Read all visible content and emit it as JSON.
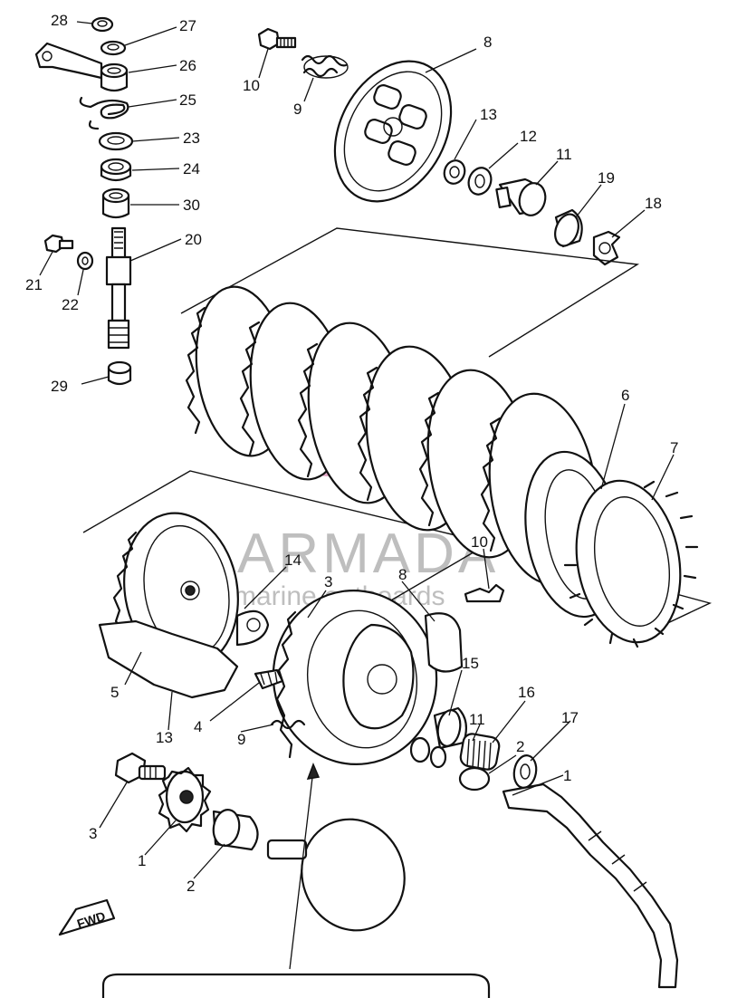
{
  "watermark": {
    "title": "ARMADA",
    "subtitle": "marine outboards"
  },
  "direction_marker": "FWD",
  "callouts": [
    {
      "id": "c28a",
      "text": "28"
    },
    {
      "id": "c27",
      "text": "27"
    },
    {
      "id": "c26",
      "text": "26"
    },
    {
      "id": "c25",
      "text": "25"
    },
    {
      "id": "c23",
      "text": "23"
    },
    {
      "id": "c24",
      "text": "24"
    },
    {
      "id": "c30",
      "text": "30"
    },
    {
      "id": "c20",
      "text": "20"
    },
    {
      "id": "c21",
      "text": "21"
    },
    {
      "id": "c22",
      "text": "22"
    },
    {
      "id": "c29",
      "text": "29"
    },
    {
      "id": "c10a",
      "text": "10"
    },
    {
      "id": "c9a",
      "text": "9"
    },
    {
      "id": "c8a",
      "text": "8"
    },
    {
      "id": "c13a",
      "text": "13"
    },
    {
      "id": "c12",
      "text": "12"
    },
    {
      "id": "c11a",
      "text": "11"
    },
    {
      "id": "c19",
      "text": "19"
    },
    {
      "id": "c18",
      "text": "18"
    },
    {
      "id": "c6",
      "text": "6"
    },
    {
      "id": "c7",
      "text": "7"
    },
    {
      "id": "c10b",
      "text": "10"
    },
    {
      "id": "c14",
      "text": "14"
    },
    {
      "id": "c3a",
      "text": "3"
    },
    {
      "id": "c8b",
      "text": "8"
    },
    {
      "id": "c15",
      "text": "15"
    },
    {
      "id": "c5",
      "text": "5"
    },
    {
      "id": "c13b",
      "text": "13"
    },
    {
      "id": "c4",
      "text": "4"
    },
    {
      "id": "c9b",
      "text": "9"
    },
    {
      "id": "c16",
      "text": "16"
    },
    {
      "id": "c11b",
      "text": "11"
    },
    {
      "id": "c2a",
      "text": "2"
    },
    {
      "id": "c17",
      "text": "17"
    },
    {
      "id": "c1a",
      "text": "1"
    },
    {
      "id": "c3b",
      "text": "3"
    },
    {
      "id": "c1b",
      "text": "1"
    },
    {
      "id": "c2b",
      "text": "2"
    }
  ]
}
